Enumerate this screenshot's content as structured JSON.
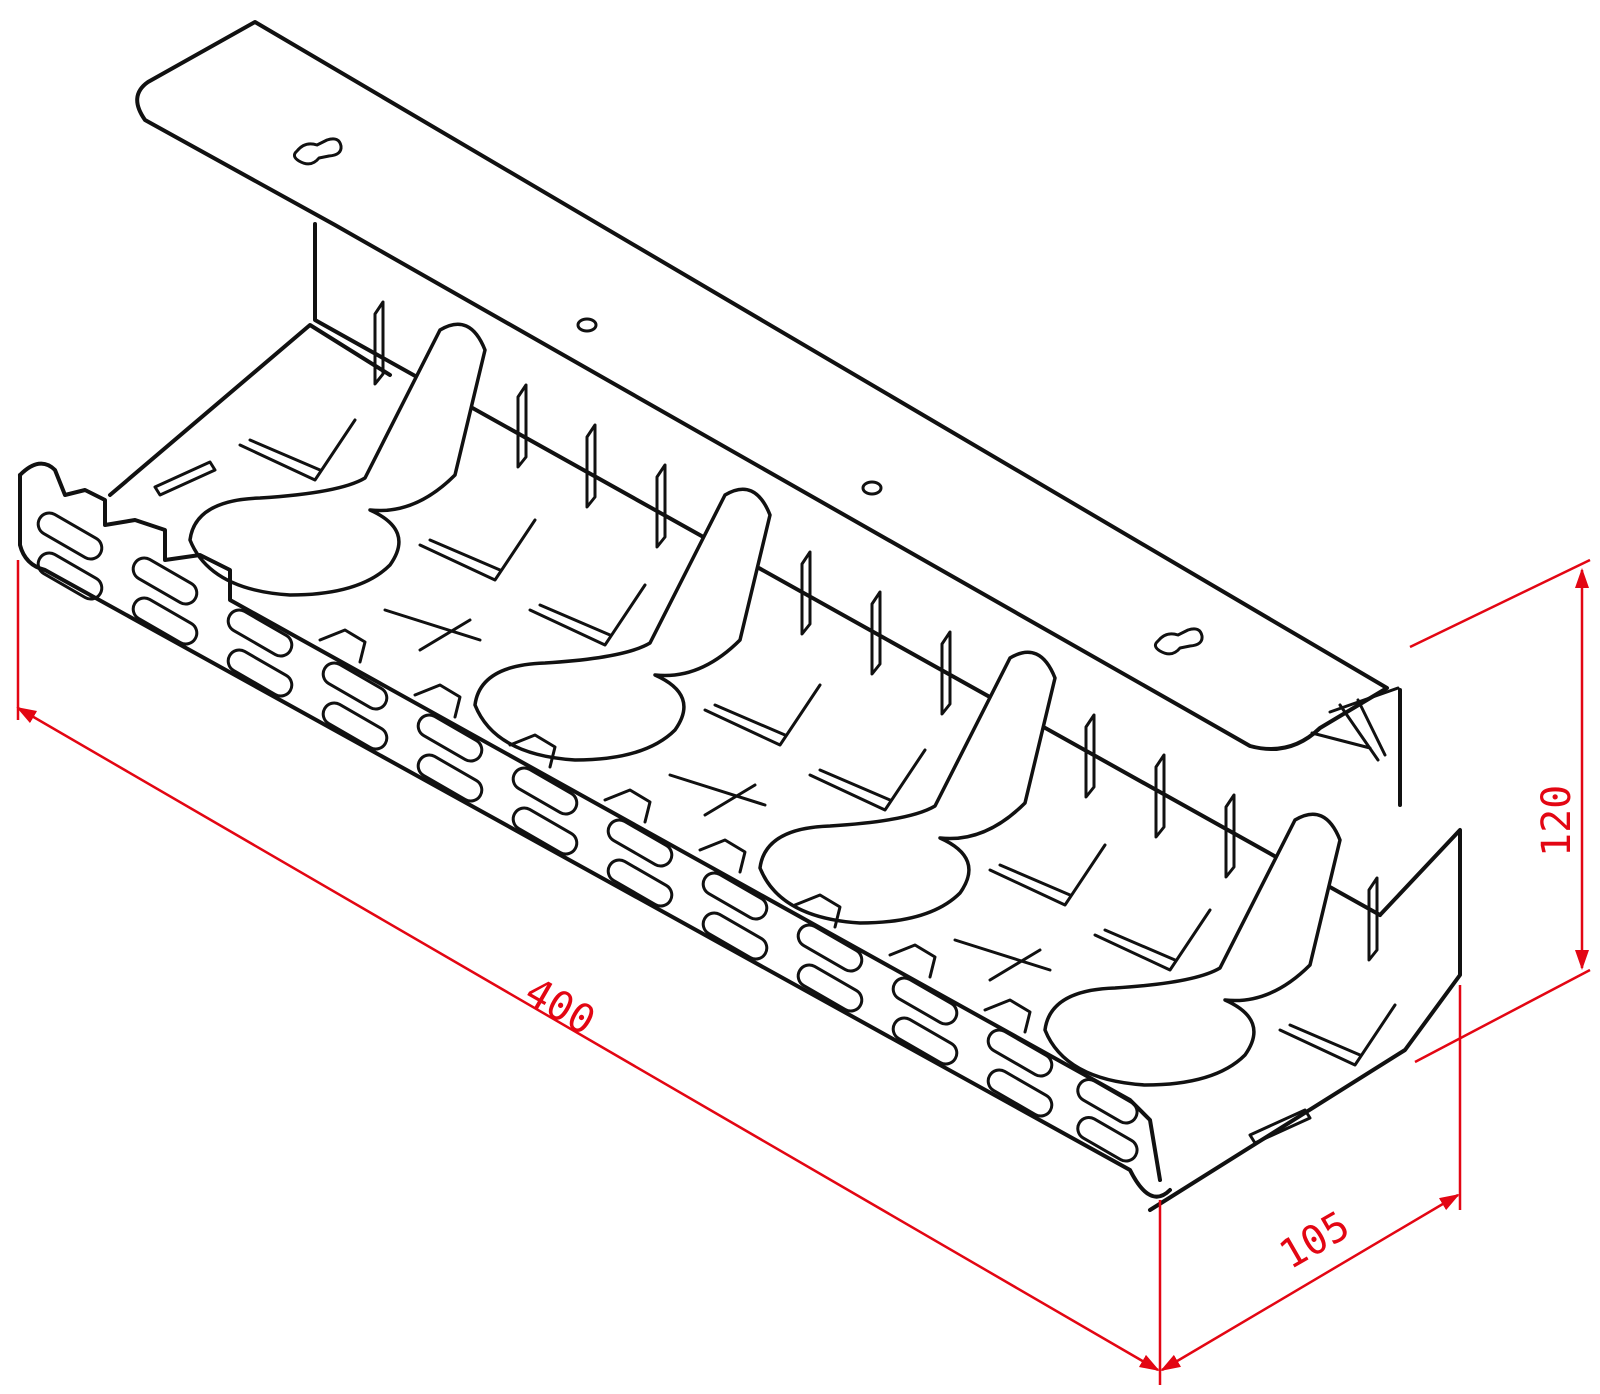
{
  "drawing": {
    "subject": "cable tray",
    "colors": {
      "line": "#111111",
      "dimension": "#e30613",
      "background": "#ffffff"
    }
  },
  "dimensions": {
    "length": "400",
    "depth": "105",
    "height": "120"
  }
}
